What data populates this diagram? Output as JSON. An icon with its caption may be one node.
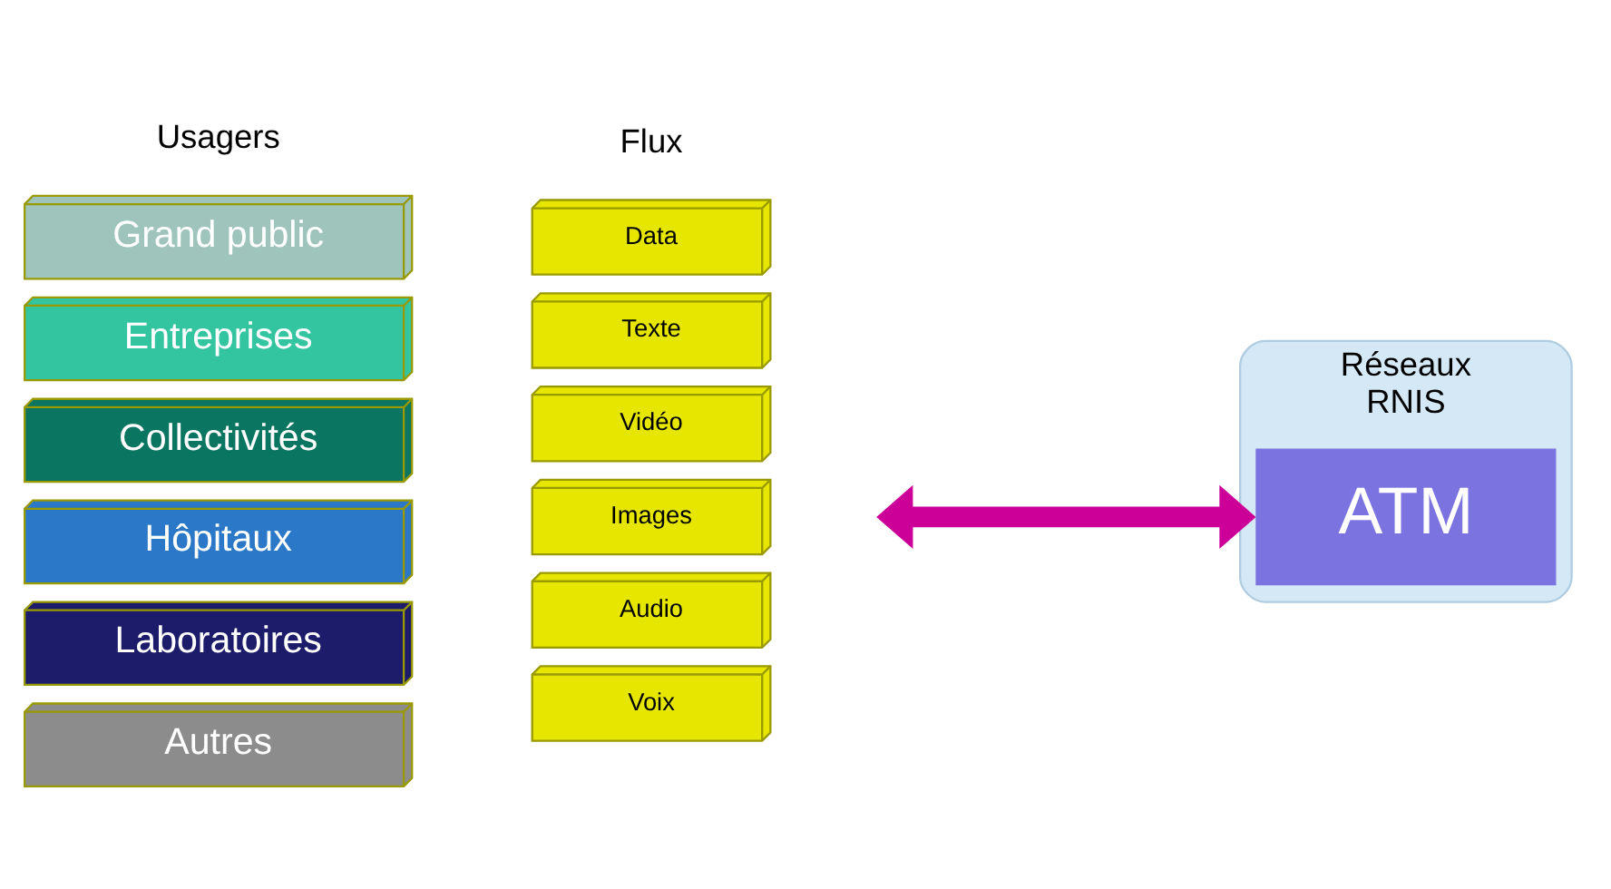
{
  "diagram": {
    "nodes": [
      {
        "text": [
          "Grand public"
        ]
      },
      {
        "text": [
          "Entreprises"
        ]
      },
      {
        "text": [
          "Collectivités"
        ]
      },
      {
        "text": [
          "Hôpitaux"
        ]
      },
      {
        "text": [
          "Laboratoires"
        ]
      },
      {
        "text": [
          "Autres"
        ]
      },
      {
        "text": [
          "Data"
        ]
      },
      {
        "text": [
          "Texte"
        ]
      },
      {
        "text": [
          "Vidéo"
        ]
      },
      {
        "text": [
          "Images"
        ]
      },
      {
        "text": [
          "Audio"
        ]
      },
      {
        "text": [
          "Voix"
        ]
      },
      {
        "text": [
          "Réseaux",
          "RNIS"
        ]
      },
      {
        "text": [
          "ATM"
        ],
        "in": 12
      }
    ],
    "edges": [
      {
        "from": null,
        "to": 12,
        "arrow": "both"
      }
    ],
    "labels": [
      "Usagers",
      "Flux"
    ]
  }
}
